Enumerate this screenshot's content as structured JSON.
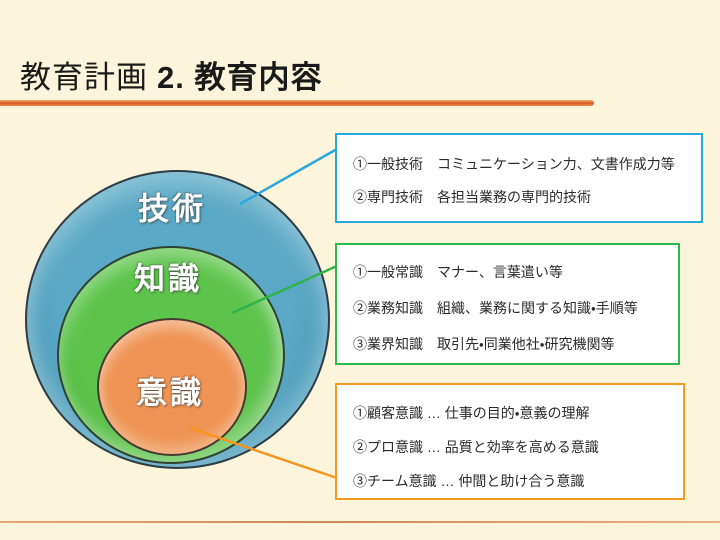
{
  "slide": {
    "background_color": "#FCF5DB",
    "title": {
      "prefix": "教育計画",
      "section": "2. 教育内容"
    },
    "title_underline_color": "#D85C28",
    "footer_line_color": "#D08558"
  },
  "venn": {
    "rings": [
      {
        "id": "skills",
        "label": "技術",
        "fill_color": "#4F9FBE"
      },
      {
        "id": "knowledge",
        "label": "知識",
        "fill_color": "#5BC24A"
      },
      {
        "id": "mindset",
        "label": "意識",
        "fill_color": "#EE9454"
      }
    ]
  },
  "connectors": {
    "skills": {
      "color": "#2BA7DE"
    },
    "knowledge": {
      "color": "#2EB44B"
    },
    "mindset": {
      "color": "#F7941D"
    }
  },
  "callouts": {
    "skills": {
      "border_color": "#29A8DC",
      "lines": [
        "①一般技術　コミュニケーション力、文書作成力等",
        "②専門技術　各担当業務の専門的技術"
      ]
    },
    "knowledge": {
      "border_color": "#2DB94D",
      "lines": [
        "①一般常識　マナー、言葉遣い等",
        "②業務知識　組織、業務に関する知識・手順等",
        "③業界知識　取引先・同業他社・研究機関等"
      ]
    },
    "mindset": {
      "border_color": "#F59A23",
      "lines": [
        "①顧客意識 … 仕事の目的・意義の理解",
        "②プロ意識 … 品質と効率を高める意識",
        "③チーム意識 … 仲間と助け合う意識"
      ]
    }
  }
}
